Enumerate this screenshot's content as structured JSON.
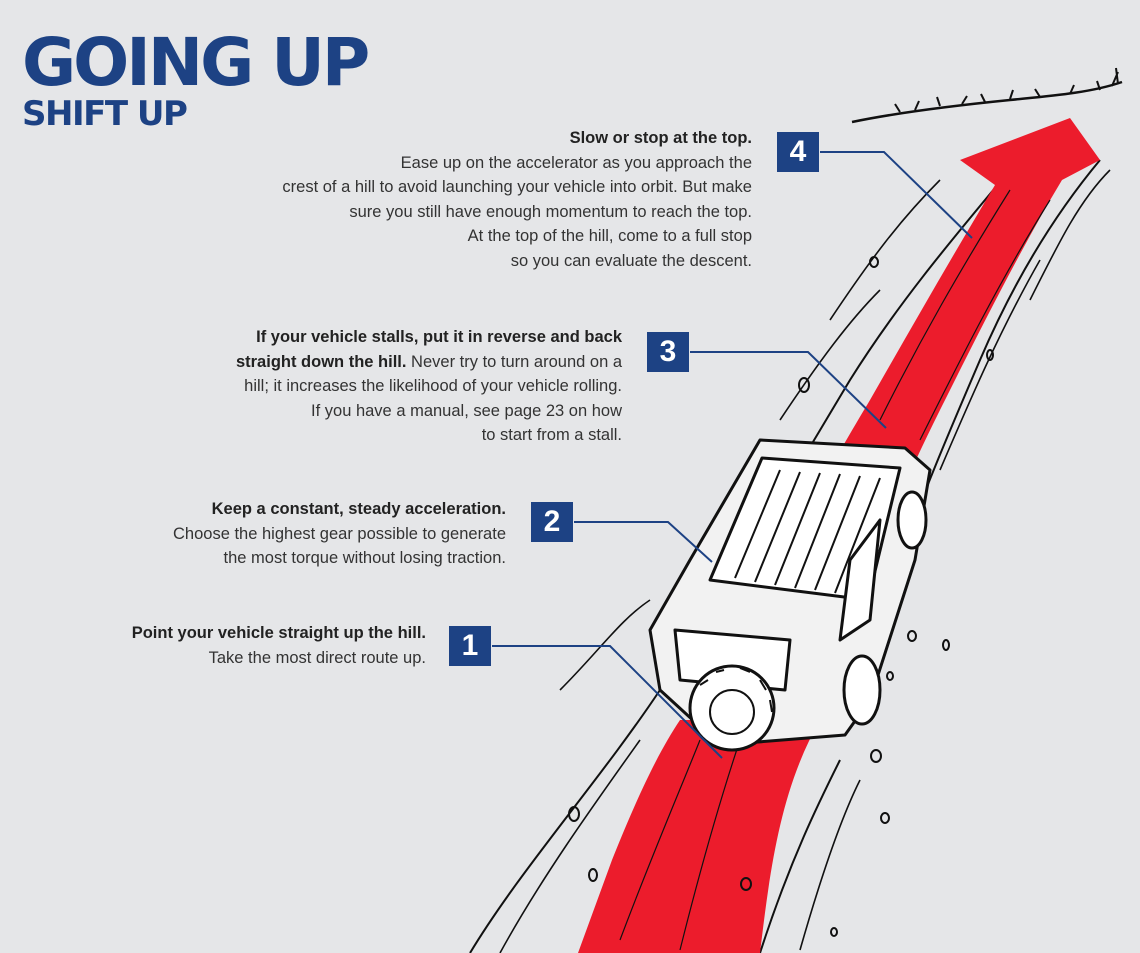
{
  "title": "GOING UP",
  "subtitle": "SHIFT UP",
  "colors": {
    "brand_blue": "#1d4284",
    "arrow_red": "#ec1c2c",
    "background": "#e5e6e8"
  },
  "steps": [
    {
      "number": "4",
      "heading": "Slow or stop at the top.",
      "lines": [
        "Ease up on the accelerator as you approach the",
        "crest of a hill to avoid launching your vehicle into orbit. But make",
        "sure you still have enough momentum to reach the top.",
        "At the top of the hill, come to a full stop",
        "so you can evaluate the descent."
      ]
    },
    {
      "number": "3",
      "heading": "If your vehicle stalls, put it in reverse and back",
      "heading2": "straight down the hill.",
      "heading2_rest": " Never try to turn around on a",
      "lines": [
        "hill; it increases the likelihood of your vehicle rolling.",
        "If you have a manual, see page 23 on how",
        "to start from a stall."
      ]
    },
    {
      "number": "2",
      "heading": "Keep a constant, steady acceleration.",
      "lines": [
        "Choose the highest gear possible to generate",
        "the most torque without losing traction."
      ]
    },
    {
      "number": "1",
      "heading": "Point your vehicle straight up the hill.",
      "lines": [
        "Take the most direct route up."
      ]
    }
  ]
}
